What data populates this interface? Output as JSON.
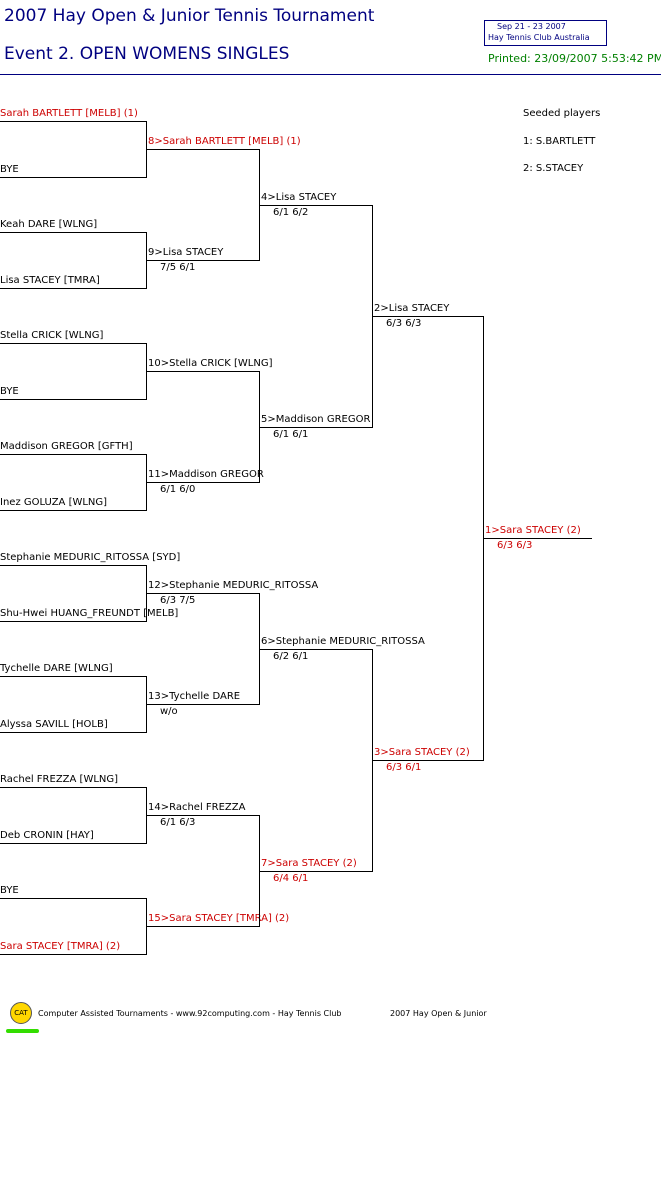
{
  "header": {
    "title": "2007 Hay Open & Junior Tennis Tournament",
    "event": "Event 2. OPEN WOMENS SINGLES",
    "dates": "Sep 21 - 23 2007",
    "venue": "Hay Tennis Club    Australia",
    "printed": "Printed: 23/09/2007 5:53:42 PM"
  },
  "seeds": {
    "heading": "Seeded players",
    "list": [
      "1: S.BARTLETT",
      "2: S.STACEY"
    ]
  },
  "round1": [
    "Sarah BARTLETT [MELB] (1)",
    "BYE",
    "Keah DARE [WLNG]",
    "Lisa STACEY [TMRA]",
    "Stella CRICK [WLNG]",
    "BYE",
    "Maddison GREGOR [GFTH]",
    "Inez GOLUZA [WLNG]",
    "Stephanie MEDURIC_RITOSSA [SYD]",
    "Shu-Hwei HUANG_FREUNDT [MELB]",
    "Tychelle DARE [WLNG]",
    "Alyssa SAVILL [HOLB]",
    "Rachel FREZZA [WLNG]",
    "Deb CRONIN [HAY]",
    "BYE",
    "Sara STACEY [TMRA] (2)"
  ],
  "round2": [
    {
      "name": "8>Sarah BARTLETT [MELB] (1)",
      "score": ""
    },
    {
      "name": "9>Lisa STACEY",
      "score": "7/5 6/1"
    },
    {
      "name": "10>Stella CRICK [WLNG]",
      "score": ""
    },
    {
      "name": "11>Maddison GREGOR",
      "score": "6/1 6/0"
    },
    {
      "name": "12>Stephanie MEDURIC_RITOSSA",
      "score": "6/3 7/5"
    },
    {
      "name": "13>Tychelle DARE",
      "score": "w/o"
    },
    {
      "name": "14>Rachel FREZZA",
      "score": "6/1 6/3"
    },
    {
      "name": "15>Sara STACEY [TMRA] (2)",
      "score": ""
    }
  ],
  "round3": [
    {
      "name": "4>Lisa STACEY",
      "score": "6/1 6/2"
    },
    {
      "name": "5>Maddison GREGOR",
      "score": "6/1 6/1"
    },
    {
      "name": "6>Stephanie MEDURIC_RITOSSA",
      "score": "6/2 6/1"
    },
    {
      "name": "7>Sara STACEY (2)",
      "score": "6/4 6/1"
    }
  ],
  "round4": [
    {
      "name": "2>Lisa STACEY",
      "score": "6/3 6/3"
    },
    {
      "name": "3>Sara STACEY (2)",
      "score": "6/3 6/1"
    }
  ],
  "final": {
    "name": "1>Sara STACEY (2)",
    "score": "6/3 6/3"
  },
  "footer": {
    "logo_text": "CAT",
    "credit": "Computer Assisted Tournaments - www.92computing.com -   Hay Tennis Club",
    "event": "2007 Hay Open & Junior"
  },
  "colors": {
    "title": "#000080",
    "winner_path": "#cc0000",
    "printed": "#008000",
    "logo": "#ffd700",
    "logo_bar": "#33dd00"
  }
}
